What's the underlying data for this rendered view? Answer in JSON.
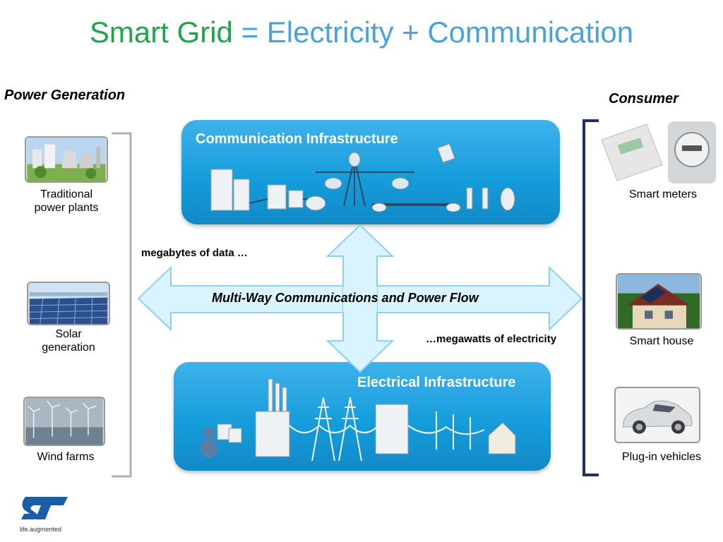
{
  "title": {
    "part1": "Smart Grid",
    "eq": "=",
    "part2": "Electricity",
    "plus": "+",
    "part3": "Communication"
  },
  "left": {
    "heading": "Power Generation",
    "items": [
      {
        "line1": "Traditional",
        "line2": "power plants"
      },
      {
        "line1": "Solar",
        "line2": "generation"
      },
      {
        "line1": "Wind farms",
        "line2": ""
      }
    ]
  },
  "right": {
    "heading": "Consumer",
    "items": [
      {
        "label": "Smart meters"
      },
      {
        "label": "Smart house"
      },
      {
        "label": "Plug-in vehicles"
      }
    ]
  },
  "center": {
    "comm_title": "Communication Infrastructure",
    "elec_title": "Electrical Infrastructure",
    "flow_label": "Multi-Way Communications and Power Flow",
    "data_note": "megabytes of data …",
    "power_note": "…megawatts of electricity"
  },
  "logo": {
    "text": "ST",
    "tagline": "life.augmented"
  },
  "colors": {
    "green": "#1fa64a",
    "blue": "#4aa3d8",
    "panel": "#169ddc",
    "arrow": "#d9f3ff",
    "bracket_right": "#1d2f73"
  }
}
